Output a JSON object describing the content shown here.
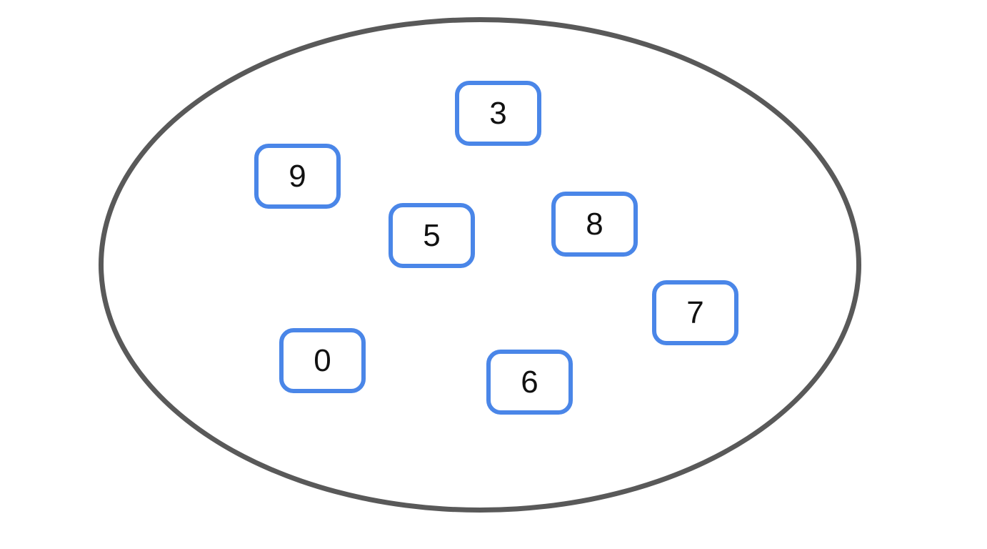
{
  "colors": {
    "tile_border": "#4a86e8",
    "ellipse_border": "#595959",
    "digit": "#111111",
    "background": "#ffffff"
  },
  "set_diagram": {
    "shape": "ellipse"
  },
  "tiles": [
    {
      "value": "3"
    },
    {
      "value": "9"
    },
    {
      "value": "5"
    },
    {
      "value": "8"
    },
    {
      "value": "7"
    },
    {
      "value": "0"
    },
    {
      "value": "6"
    }
  ]
}
